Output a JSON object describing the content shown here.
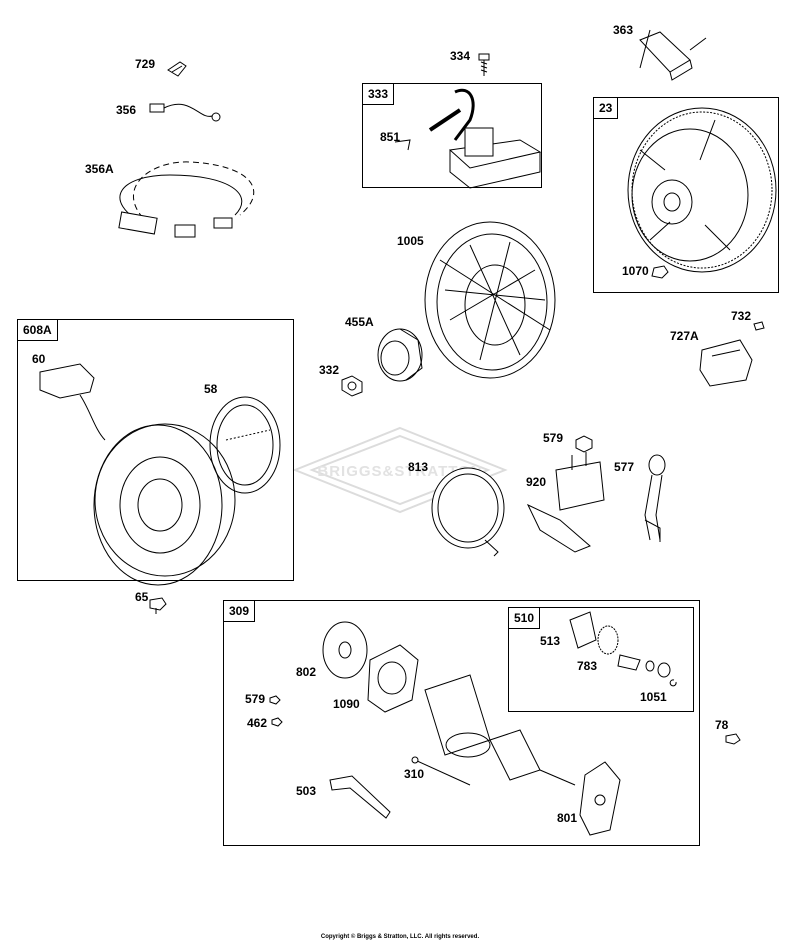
{
  "boxes": {
    "b333": "333",
    "b23": "23",
    "b608A": "608A",
    "b309": "309",
    "b510": "510"
  },
  "callouts": {
    "p729": "729",
    "p356": "356",
    "p356A": "356A",
    "p334": "334",
    "p851": "851",
    "p363": "363",
    "p1070": "1070",
    "p1005": "1005",
    "p455A": "455A",
    "p332": "332",
    "p732": "732",
    "p727A": "727A",
    "p60": "60",
    "p58": "58",
    "p579a": "579",
    "p813": "813",
    "p920": "920",
    "p577": "577",
    "p65": "65",
    "p802": "802",
    "p513": "513",
    "p783": "783",
    "p1051": "1051",
    "p579b": "579",
    "p1090": "1090",
    "p462": "462",
    "p310": "310",
    "p78": "78",
    "p503": "503",
    "p801": "801"
  },
  "watermark": "BRIGGS&STRATTON",
  "copyright": "Copyright © Briggs & Stratton, LLC. All rights reserved.",
  "colors": {
    "line": "#000000",
    "watermark": "#dcdcdc"
  }
}
